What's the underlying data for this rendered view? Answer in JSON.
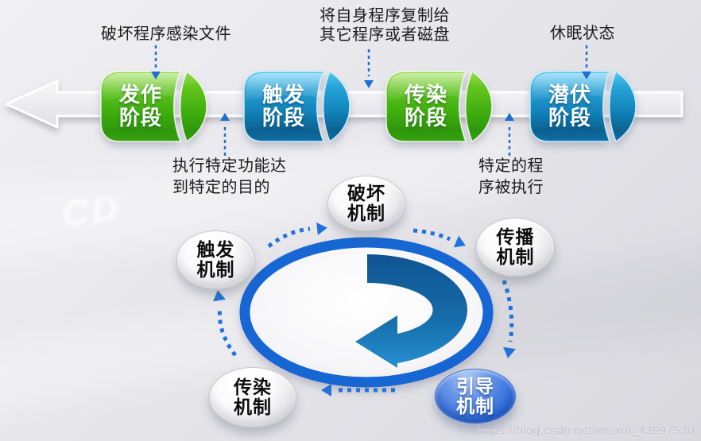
{
  "banner": {
    "stages": [
      {
        "lines": [
          "发作",
          "阶段"
        ],
        "color": "green"
      },
      {
        "lines": [
          "触发",
          "阶段"
        ],
        "color": "blue"
      },
      {
        "lines": [
          "传染",
          "阶段"
        ],
        "color": "green"
      },
      {
        "lines": [
          "潜伏",
          "阶段"
        ],
        "color": "blue"
      }
    ],
    "annotations": {
      "damage": "破坏程序感染文件",
      "copy1": "将自身程序复制给",
      "copy2": "其它程序或者磁盘",
      "dormant": "休眠状态",
      "execute1": "执行特定功能达",
      "execute2": "到特定的目的",
      "specific1": "特定的程",
      "specific2": "序被执行"
    }
  },
  "cycle": {
    "nodes": [
      {
        "lines": [
          "破坏",
          "机制"
        ],
        "variant": "white"
      },
      {
        "lines": [
          "传播",
          "机制"
        ],
        "variant": "white"
      },
      {
        "lines": [
          "引导",
          "机制"
        ],
        "variant": "blue"
      },
      {
        "lines": [
          "传染",
          "机制"
        ],
        "variant": "white"
      },
      {
        "lines": [
          "触发",
          "机制"
        ],
        "variant": "white"
      }
    ],
    "direction": "clockwise"
  },
  "decor": {
    "cd_text": "CD"
  },
  "watermark": {
    "text": "https://blog.csdn.net/weixin_43997530"
  },
  "colors": {
    "ribbon_green": "#3dac0e",
    "ribbon_blue": "#1180b8",
    "ring_blue": "#1566d4",
    "dash_blue": "#2173dc",
    "node_blue": "#2f6cd8",
    "swirl_dark": "#0f5592",
    "swirl_light": "#2690d2"
  }
}
